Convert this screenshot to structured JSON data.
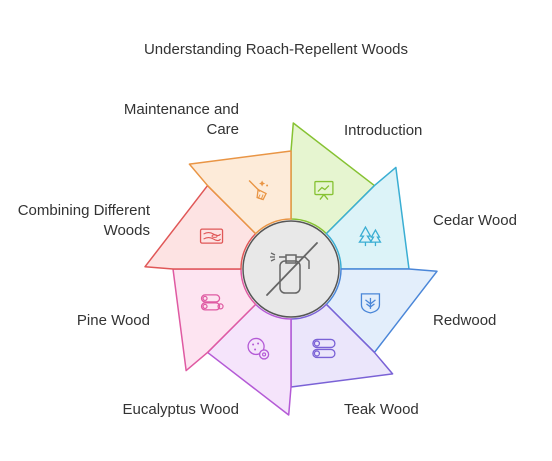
{
  "title": "Understanding Roach-Repellent Woods",
  "center": {
    "icon": "no-spray-icon",
    "stroke": "#666666",
    "fill": "#e8e8e8",
    "border": "#555555"
  },
  "segments": [
    {
      "label": "Introduction",
      "icon": "presentation-chart-icon",
      "fill": "#e6f5d0",
      "stroke": "#86c232"
    },
    {
      "label": "Cedar Wood",
      "icon": "trees-icon",
      "fill": "#dcf3f8",
      "stroke": "#3aaed3"
    },
    {
      "label": "Redwood",
      "icon": "tree-badge-icon",
      "fill": "#e3eefb",
      "stroke": "#4a86d8"
    },
    {
      "label": "Teak Wood",
      "icon": "logs-icon",
      "fill": "#ebe6fb",
      "stroke": "#7a62d6"
    },
    {
      "label": "Eucalyptus Wood",
      "icon": "leaf-cookie-icon",
      "fill": "#f5e4fb",
      "stroke": "#b45ad6"
    },
    {
      "label": "Pine Wood",
      "icon": "log-pile-icon",
      "fill": "#fde4f1",
      "stroke": "#df5aa2"
    },
    {
      "label": "Combining Different Woods",
      "icon": "wood-plank-icon",
      "fill": "#fde3e3",
      "stroke": "#e05757"
    },
    {
      "label": "Maintenance and Care",
      "icon": "broom-icon",
      "fill": "#fdebd9",
      "stroke": "#e99545"
    }
  ]
}
